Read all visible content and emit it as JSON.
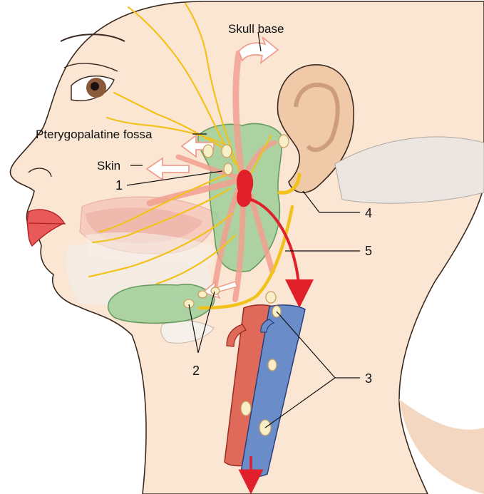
{
  "labels": {
    "skull_base": "Skull base",
    "pterygopalatine_fossa": "Pterygopalatine fossa",
    "skin": "Skin",
    "n1": "1",
    "n2": "2",
    "n3": "3",
    "n4": "4",
    "n5": "5"
  },
  "colors": {
    "skin": "#fbe6d4",
    "outline": "#3a2a20",
    "nerve": "#f2c21b",
    "gland": "#9fcf9a",
    "node": "#f8efc8",
    "lymph_flow": "#f2a090",
    "efferent_arrow": "#e0202a",
    "artery": "#e06a5a",
    "vein": "#6a8cc8"
  }
}
